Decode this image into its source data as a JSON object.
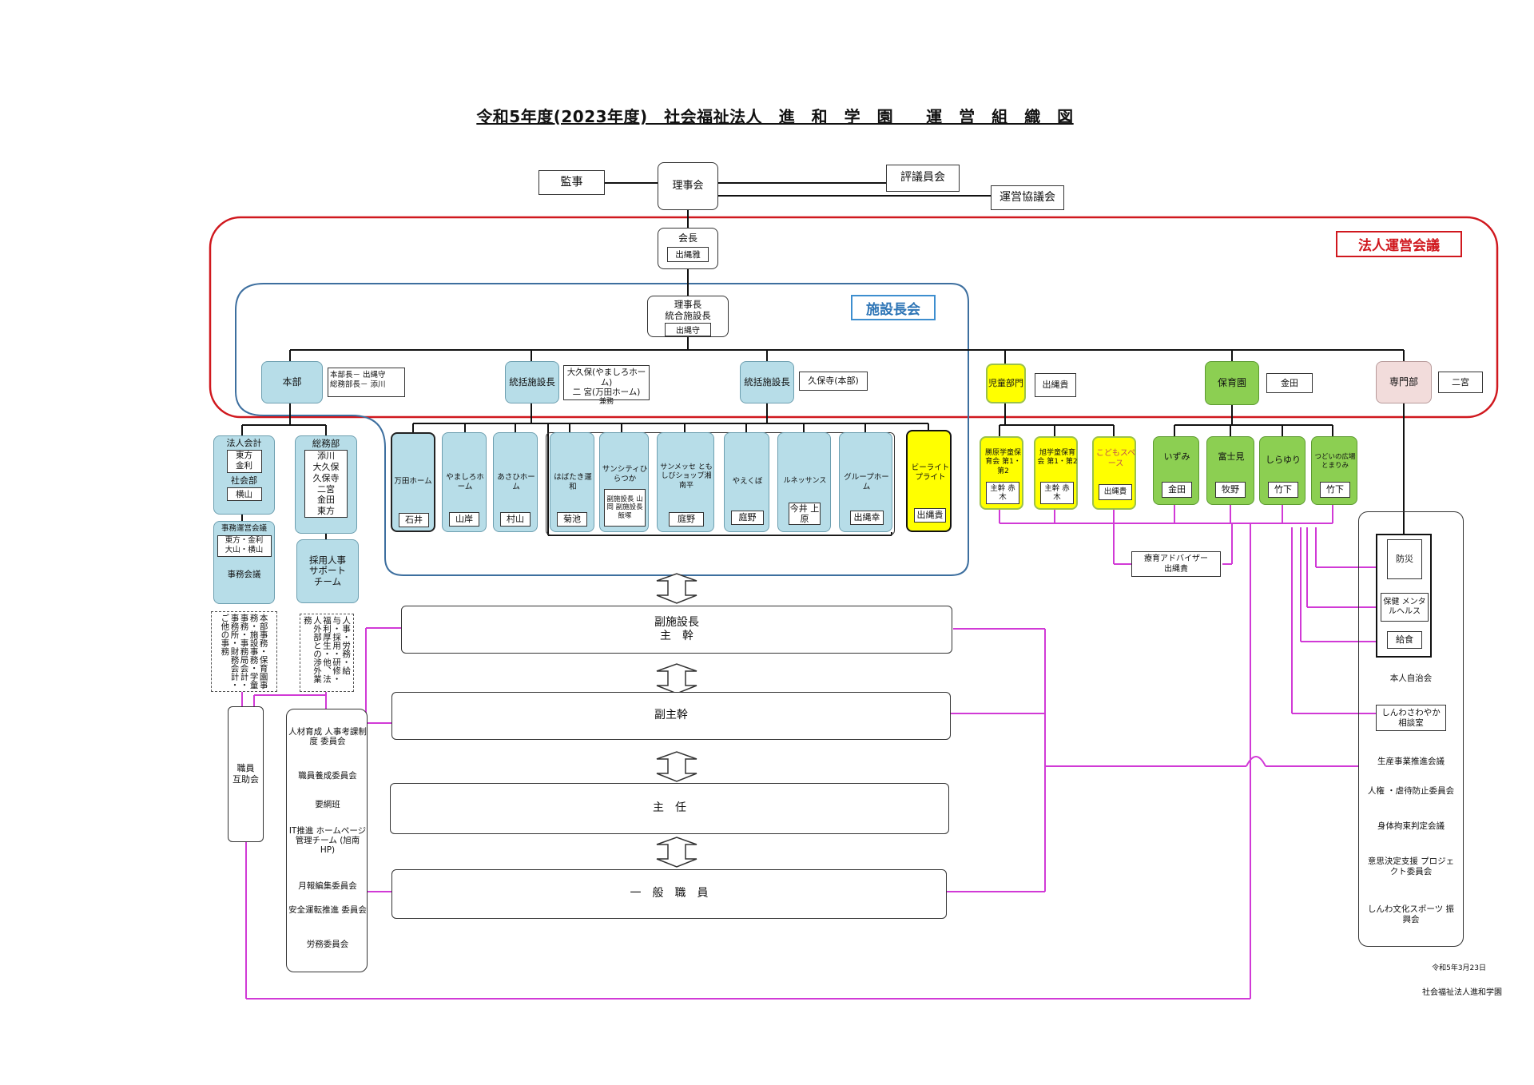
{
  "title": "令和5年度(2023年度)　社会福祉法人　進　和　学　園　　運　営　組　織　図",
  "top": {
    "kanji": "監事",
    "rijikai": "理事会",
    "hyogiin": "評議員会",
    "uneikyogi": "運営協議会"
  },
  "houjin_label": "法人運営会議",
  "shisetsucho_label": "施設長会",
  "kaicho": {
    "title": "会長",
    "name": "出縄雅"
  },
  "rijicho": {
    "title1": "理事長",
    "title2": "統合施設長",
    "name": "出縄守"
  },
  "honbu": {
    "title": "本部",
    "l1": "本部長－ 出縄守",
    "l2": "総務部長－ 添川"
  },
  "tokatsu1": {
    "title": "統括施設長",
    "l1": "大久保(やましろホーム)",
    "l2": "二 宮(万田ホーム)",
    "l3": "兼務"
  },
  "tokatsu2": {
    "title": "統括施設長",
    "name": "久保寺(本部)"
  },
  "jido": {
    "title": "児童部門",
    "name": "出縄貴"
  },
  "hoiku": {
    "title": "保育園",
    "name": "金田"
  },
  "senmon": {
    "title": "専門部",
    "name": "二宮"
  },
  "hojinkaikei": {
    "title": "法人会計",
    "n1": "東方",
    "n2": "金利",
    "sub": "社会部",
    "n3": "横山"
  },
  "jimukaigi": {
    "title": "事務運営会議",
    "members": "東方・金利",
    "members2": "大山・横山",
    "sub": "事務会議"
  },
  "somubu": {
    "title": "総務部",
    "m1": "添川",
    "m2": "大久保",
    "m3": "久保寺",
    "m4": "二宮",
    "m5": "金田",
    "m6": "東方"
  },
  "saiyo": {
    "l1": "採用人事",
    "l2": "サポート",
    "l3": "チーム"
  },
  "honbu_duties": "本部事務・保育園事務・施設事務・学童事務・事務局会計・事務所・財務会計・ご他の事務",
  "somu_duties": "人事・労務・給与・採用・研修・福利厚生・他、法人外部との渉外業務",
  "facilities": [
    {
      "name": "万田ホーム",
      "person": "石井"
    },
    {
      "name": "やましろホーム",
      "person": "山岸"
    },
    {
      "name": "あさひホーム",
      "person": "村山"
    },
    {
      "name": "はばたき運和",
      "person": "菊池"
    },
    {
      "name": "サンシティひらつか",
      "person": "副施設長 山岡 副施設長 飯塚"
    },
    {
      "name": "サンメッセ ともしびショップ湘南平",
      "person": "庭野"
    },
    {
      "name": "やえくぼ",
      "person": "庭野"
    },
    {
      "name": "ルネッサンス",
      "person": "今井 上原"
    },
    {
      "name": "グループホーム",
      "person": "出縄幸"
    },
    {
      "name": "ビーライトプライト",
      "person": "出縄貴"
    }
  ],
  "jido_units": [
    {
      "name": "勝原学童保育会 第1・第2",
      "person": "主幹 赤木"
    },
    {
      "name": "旭学童保育会 第1・第2",
      "person": "主幹 赤木"
    },
    {
      "name": "こどもスペース",
      "person": "出縄貴"
    }
  ],
  "hoiku_units": [
    {
      "name": "いずみ",
      "person": "金田"
    },
    {
      "name": "富士見",
      "person": "牧野"
    },
    {
      "name": "しらゆり",
      "person": "竹下"
    },
    {
      "name": "つどいの広場 とまりみ",
      "person": "竹下"
    }
  ],
  "advisor": {
    "l1": "療育アドバイザー",
    "l2": "出縄貴"
  },
  "levels": [
    "副施設長\n主　幹",
    "副主幹",
    "主　任",
    "一　般　職　員"
  ],
  "levels_l1": "副施設長",
  "levels_l2": "主　幹",
  "committees": [
    "人材育成 人事考課制度 委員会",
    "職員養成委員会",
    "要綱班",
    "IT推進 ホームページ 管理チーム (旭南HP)",
    "月報編集委員会",
    "安全運転推進 委員会",
    "労務委員会"
  ],
  "gojokai": {
    "l1": "職員",
    "l2": "互助会"
  },
  "senmon_units": [
    "防災",
    "保健 メンタルヘルス",
    "給食"
  ],
  "right_list": [
    "本人自治会",
    "しんわさわやか 相談室",
    "生産事業推進会議",
    "人権 ・虐待防止委員会",
    "身体拘束判定会議",
    "意思決定支援 プロジェクト委員会",
    "しんわ文化スポーツ 振興会"
  ],
  "footer": {
    "date": "令和5年3月23日",
    "org": "社会福祉法人進和学園"
  }
}
